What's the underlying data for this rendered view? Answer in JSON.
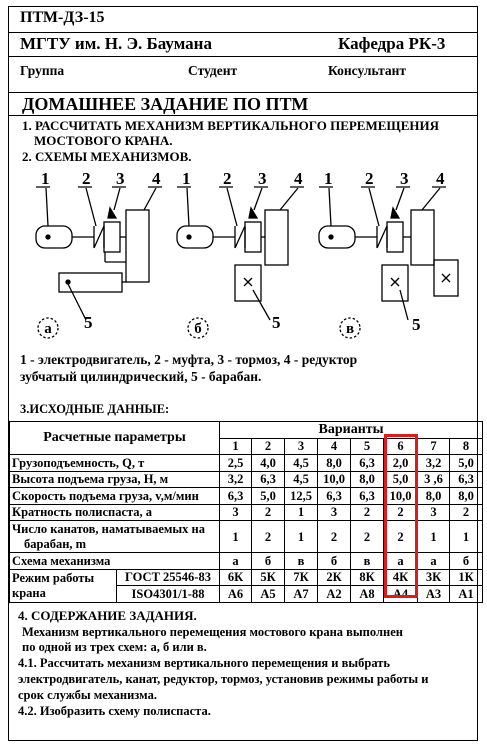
{
  "header": {
    "doc_code": "ПТМ-ДЗ-15",
    "university": "МГТУ им. Н. Э. Баумана",
    "department": "Кафедра РК-3",
    "group_label": "Группа",
    "student_label": "Студент",
    "consultant_label": "Консультант"
  },
  "title": "ДОМАШНЕЕ ЗАДАНИЕ ПО ПТМ",
  "tasks": {
    "item1_line1": "1. РАССЧИТАТЬ МЕХАНИЗМ ВЕРТИКАЛЬНОГО ПЕРЕМЕЩЕНИЯ",
    "item1_line2": "МОСТОВОГО КРАНА.",
    "item2": "2. СХЕМЫ МЕХАНИЗМОВ."
  },
  "schemes": {
    "labels": [
      "а",
      "б",
      "в"
    ],
    "numbers": [
      "1",
      "2",
      "3",
      "4",
      "5"
    ],
    "legend_line1": "1 - электродвигатель, 2 - муфта, 3 - тормоз, 4 - редуктор",
    "legend_line2": "зубчатый цилиндрический, 5  -  барабан."
  },
  "input_title": "3.ИСХОДНЫЕ ДАННЫЕ:",
  "table": {
    "param_header": "Расчетные параметры",
    "variants_header": "Варианты",
    "variant_numbers": [
      "1",
      "2",
      "3",
      "4",
      "5",
      "6",
      "7",
      "8"
    ],
    "highlighted_variant": "6",
    "rows": [
      {
        "name": "Грузоподъемность, Q, т",
        "values": [
          "2,5",
          "4,0",
          "4,5",
          "8,0",
          "6,3",
          "2,0",
          "3,2",
          "5,0"
        ]
      },
      {
        "name": "Высота подъема груза, Н, м",
        "values": [
          "3,2",
          "6,3",
          "4,5",
          "10,0",
          "8,0",
          "5,0",
          "3 ,6",
          "6,3"
        ]
      },
      {
        "name": "Скорость подъема груза, v,м/мин",
        "values": [
          "6,3",
          "5,0",
          "12,5",
          "6,3",
          "6,3",
          "10,0",
          "8,0",
          "8,0"
        ]
      },
      {
        "name": "Кратность полиспаста, а",
        "values": [
          "3",
          "2",
          "1",
          "3",
          "2",
          "2",
          "3",
          "2"
        ]
      },
      {
        "name_line1": "Число канатов, наматываемых на",
        "name_line2": "барабан, m",
        "values": [
          "1",
          "2",
          "1",
          "2",
          "2",
          "2",
          "1",
          "1"
        ]
      },
      {
        "name": "Схема механизма",
        "values": [
          "а",
          "б",
          "в",
          "б",
          "в",
          "а",
          "а",
          "б"
        ]
      }
    ],
    "mode_label_line1": "Режим работы",
    "mode_label_line2": "крана",
    "gost_name": "ГОСТ 25546-83",
    "gost_values": [
      "6К",
      "5К",
      "7К",
      "2К",
      "8К",
      "4К",
      "3К",
      "1К"
    ],
    "iso_name": "ISO4301/1-88",
    "iso_values": [
      "А6",
      "А5",
      "А7",
      "А2",
      "А8",
      "А4",
      "А3",
      "А1"
    ]
  },
  "section4": {
    "title": "4. СОДЕРЖАНИЕ ЗАДАНИЯ.",
    "line1": "Механизм вертикального перемещения мостового крана   выполнен",
    "line2": "по одной из трех  схем: а, б или в.",
    "line3": "4.1. Рассчитать механизм вертикального перемещения и выбрать",
    "line4": "электродвигатель, канат, редуктор, тормоз, установив режимы работы и",
    "line5": "срок службы механизма.",
    "line6": "4.2. Изобразить схему  полиспаста."
  },
  "colors": {
    "highlight": "#e0191c",
    "text": "#000000"
  }
}
